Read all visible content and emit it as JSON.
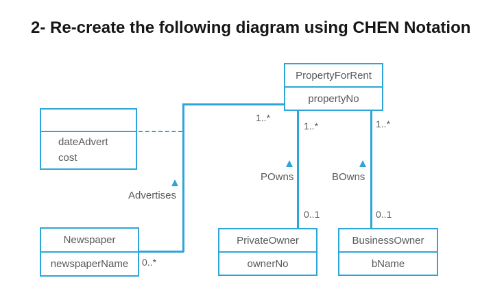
{
  "title": "2- Re-create the following diagram using CHEN Notation",
  "colors": {
    "line": "#2ca5d8",
    "text": "#57585a",
    "title": "#161616"
  },
  "entities": {
    "property_for_rent": {
      "name": "PropertyForRent",
      "attributes": [
        "propertyNo"
      ]
    },
    "advert": {
      "name": "",
      "attributes": [
        "dateAdvert",
        "cost"
      ]
    },
    "newspaper": {
      "name": "Newspaper",
      "attributes": [
        "newspaperName"
      ]
    },
    "private_owner": {
      "name": "PrivateOwner",
      "attributes": [
        "ownerNo"
      ]
    },
    "business_owner": {
      "name": "BusinessOwner",
      "attributes": [
        "bName"
      ]
    }
  },
  "relationships": {
    "advertises": {
      "label": "Advertises",
      "mult_property": "1..*",
      "mult_newspaper": "0..*"
    },
    "powns": {
      "label": "POwns",
      "mult_property": "1..*",
      "mult_owner": "0..1"
    },
    "bowns": {
      "label": "BOwns",
      "mult_property": "1..*",
      "mult_owner": "0..1"
    }
  }
}
